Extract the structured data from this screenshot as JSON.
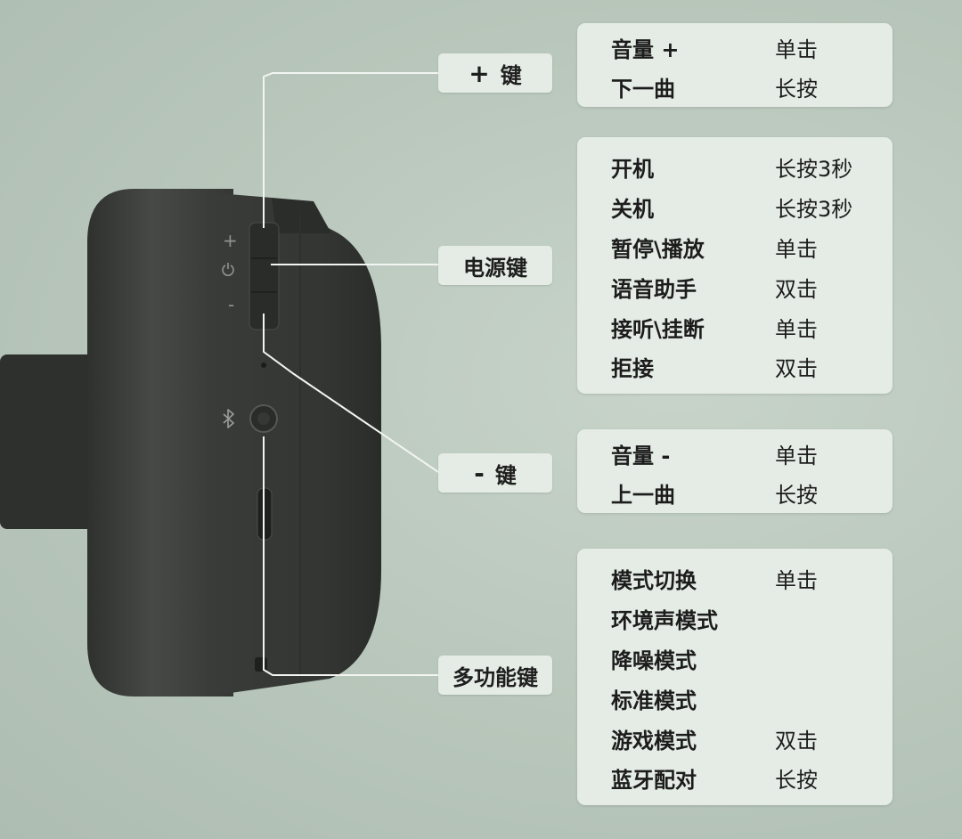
{
  "labels": {
    "plus_symbol": "+",
    "plus_text": "键",
    "power": "电源键",
    "minus_symbol": "-",
    "minus_text": "键",
    "multi": "多功能键"
  },
  "panels": {
    "plus": [
      {
        "function": "音量 +",
        "action": "单击"
      },
      {
        "function": "下一曲",
        "action": "长按"
      }
    ],
    "power": [
      {
        "function": "开机",
        "action": "长按3秒"
      },
      {
        "function": "关机",
        "action": "长按3秒"
      },
      {
        "function": "暂停\\播放",
        "action": "单击"
      },
      {
        "function": "语音助手",
        "action": "双击"
      },
      {
        "function": "接听\\挂断",
        "action": "单击"
      },
      {
        "function": "拒接",
        "action": "双击"
      }
    ],
    "minus": [
      {
        "function": "音量 -",
        "action": "单击"
      },
      {
        "function": "上一曲",
        "action": "长按"
      }
    ],
    "multi": [
      {
        "function": "模式切换",
        "action": "单击"
      },
      {
        "function": "环境声模式",
        "action": ""
      },
      {
        "function": "降噪模式",
        "action": ""
      },
      {
        "function": "标准模式",
        "action": ""
      },
      {
        "function": "游戏模式",
        "action": "双击"
      },
      {
        "function": "蓝牙配对",
        "action": "长按"
      }
    ]
  },
  "device_marks": {
    "plus": "+",
    "power_icon": "power-icon",
    "minus": "-",
    "bluetooth_icon": "bluetooth-icon"
  },
  "colors": {
    "background": "#b9c7bc",
    "panel": "#e4ece5",
    "leader_line": "#f2f5f2",
    "earcup": "#3b3d3b"
  }
}
